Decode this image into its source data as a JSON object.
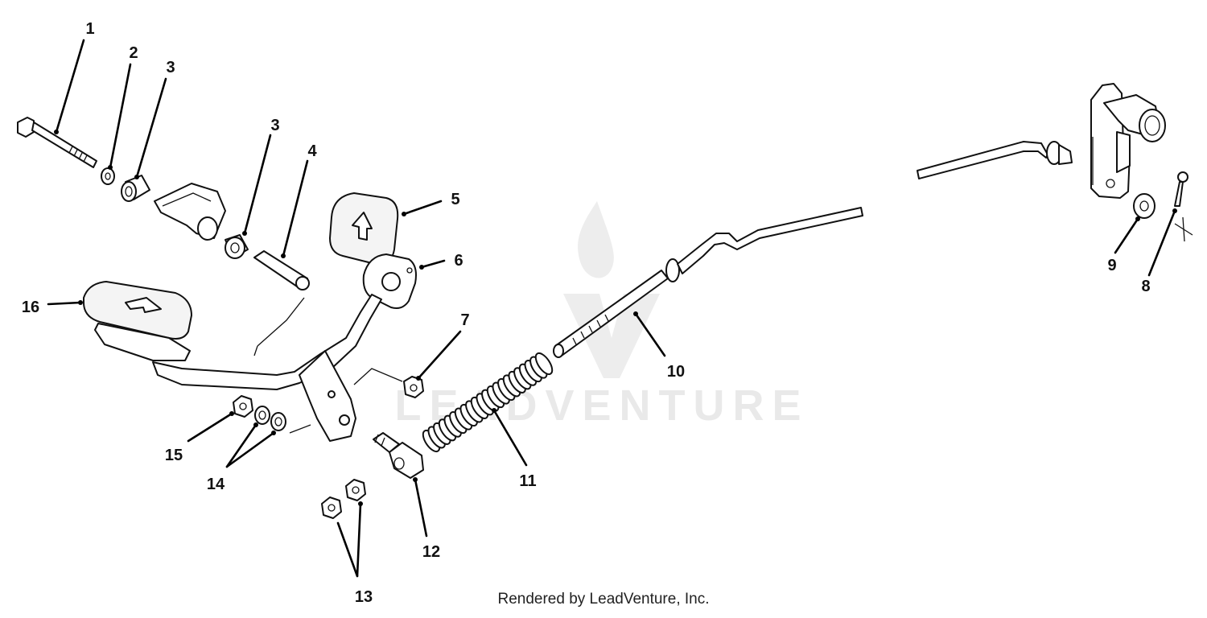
{
  "watermark": {
    "text": "LEADVENTURE"
  },
  "footer": {
    "credit": "Rendered by LeadVenture, Inc."
  },
  "callouts": [
    {
      "id": "c1",
      "label": "1"
    },
    {
      "id": "c2",
      "label": "2"
    },
    {
      "id": "c3a",
      "label": "3"
    },
    {
      "id": "c3b",
      "label": "3"
    },
    {
      "id": "c4",
      "label": "4"
    },
    {
      "id": "c5",
      "label": "5"
    },
    {
      "id": "c6",
      "label": "6"
    },
    {
      "id": "c7",
      "label": "7"
    },
    {
      "id": "c8",
      "label": "8"
    },
    {
      "id": "c9",
      "label": "9"
    },
    {
      "id": "c10",
      "label": "10"
    },
    {
      "id": "c11",
      "label": "11"
    },
    {
      "id": "c12",
      "label": "12"
    },
    {
      "id": "c13",
      "label": "13"
    },
    {
      "id": "c14",
      "label": "14"
    },
    {
      "id": "c15",
      "label": "15"
    },
    {
      "id": "c16",
      "label": "16"
    }
  ]
}
